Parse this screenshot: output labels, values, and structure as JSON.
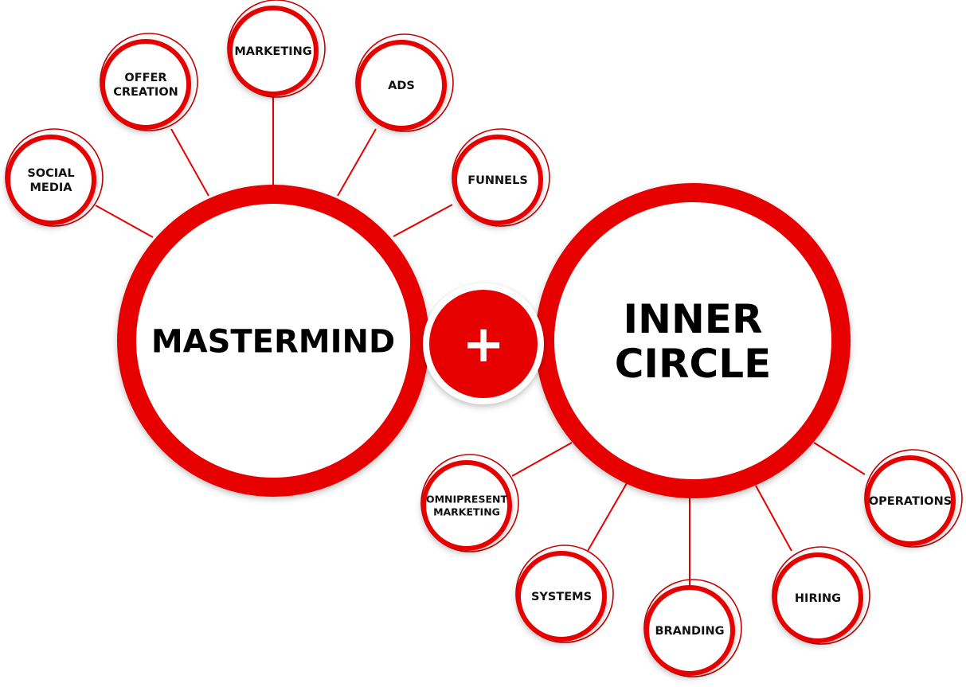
{
  "colors": {
    "accent": "#e60000",
    "accent_dark": "#c40000",
    "background": "#ffffff",
    "text": "#000000"
  },
  "hubs": [
    {
      "id": "mastermind",
      "lines": [
        "MASTERMIND"
      ]
    },
    {
      "id": "inner-circle",
      "lines": [
        "INNER",
        "CIRCLE"
      ]
    }
  ],
  "connector": {
    "symbol": "+"
  },
  "nodes": [
    {
      "id": "social-media",
      "hub": "mastermind",
      "lines": [
        "SOCIAL",
        "MEDIA"
      ]
    },
    {
      "id": "offer-creation",
      "hub": "mastermind",
      "lines": [
        "OFFER",
        "CREATION"
      ]
    },
    {
      "id": "marketing",
      "hub": "mastermind",
      "lines": [
        "MARKETING"
      ]
    },
    {
      "id": "ads",
      "hub": "mastermind",
      "lines": [
        "ADS"
      ]
    },
    {
      "id": "funnels",
      "hub": "mastermind",
      "lines": [
        "FUNNELS"
      ]
    },
    {
      "id": "omnipresent-marketing",
      "hub": "inner-circle",
      "lines": [
        "OMNIPRESENT",
        "MARKETING"
      ]
    },
    {
      "id": "systems",
      "hub": "inner-circle",
      "lines": [
        "SYSTEMS"
      ]
    },
    {
      "id": "branding",
      "hub": "inner-circle",
      "lines": [
        "BRANDING"
      ]
    },
    {
      "id": "hiring",
      "hub": "inner-circle",
      "lines": [
        "HIRING"
      ]
    },
    {
      "id": "operations",
      "hub": "inner-circle",
      "lines": [
        "OPERATIONS"
      ]
    }
  ]
}
